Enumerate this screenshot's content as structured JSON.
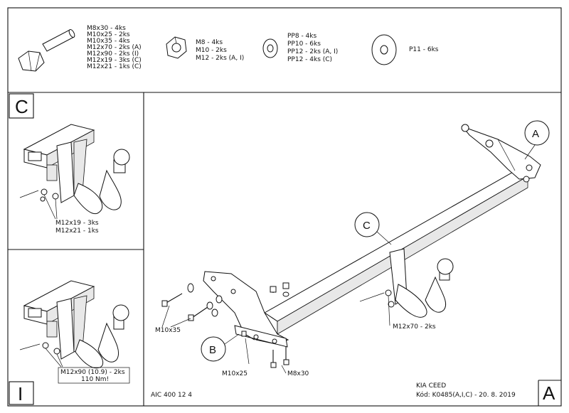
{
  "hardware": {
    "bolts": [
      "M8x30 - 4ks",
      "M10x25 - 2ks",
      "M10x35 - 4ks",
      "M12x70 - 2ks (A)",
      "M12x90 - 2ks (I)",
      "M12x19 - 3ks (C)",
      "M12x21 - 1ks (C)"
    ],
    "nuts": [
      "M8 - 4ks",
      "M10 - 2ks",
      "M12 - 2ks (A, I)"
    ],
    "washers": [
      "PP8 - 4ks",
      "PP10 - 6ks",
      "PP12 - 2ks (A, I)",
      "PP12 - 4ks (C)"
    ],
    "plate_washer": "P11 - 6ks"
  },
  "panel_c": {
    "letter": "C",
    "bolt_line1": "M12x19 - 3ks",
    "bolt_line2": "M12x21 - 1ks"
  },
  "panel_i": {
    "letter": "I",
    "bolt_line1": "M12x90 (10.9) - 2ks",
    "bolt_line2": "110 Nm!"
  },
  "main": {
    "callout_a": "A",
    "callout_b": "B",
    "callout_c": "C",
    "label_m10x35": "M10x35",
    "label_m10x25": "M10x25",
    "label_m8x30": "M8x30",
    "label_m12x70": "M12x70 - 2ks",
    "variant_letter": "A"
  },
  "footer": {
    "code": "AIC 400 12 4",
    "vehicle": "KIA CEED",
    "ref": "Kód: K0485(A,I,C) - 20. 8. 2019"
  }
}
